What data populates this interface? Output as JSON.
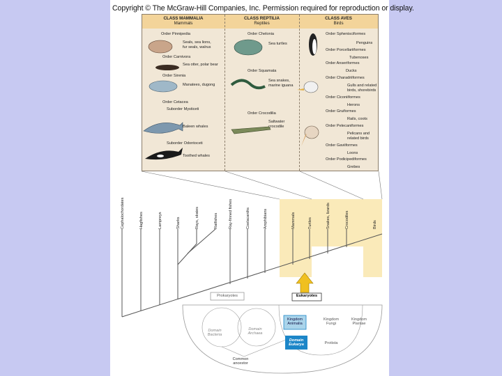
{
  "copyright": "Copyright © The McGraw-Hill Companies, Inc. Permission required for reproduction or display.",
  "table": {
    "mammalia": {
      "title": "CLASS MAMMALIA",
      "subtitle": "Mammals",
      "rows": [
        {
          "t": "Order Pinnipedia"
        },
        {
          "t": "Seals, sea lions,"
        },
        {
          "t": "fur seals, walrus"
        },
        {
          "t": "Order Carnivora"
        },
        {
          "t": "Sea otter, polar bear"
        },
        {
          "t": "Order Sirenia"
        },
        {
          "t": "Manatees, dugong"
        },
        {
          "t": "Order Cetacea"
        },
        {
          "t": "Suborder Mysticeti"
        },
        {
          "t": "Baleen whales"
        },
        {
          "t": "Suborder Odontoceti"
        },
        {
          "t": "Toothed whales"
        }
      ]
    },
    "reptilia": {
      "title": "CLASS REPTILIA",
      "subtitle": "Reptiles",
      "rows": [
        {
          "t": "Order Chelonia"
        },
        {
          "t": "Sea turtles"
        },
        {
          "t": "Order Squamata"
        },
        {
          "t": "Sea snakes,"
        },
        {
          "t": "marine iguana"
        },
        {
          "t": "Order Crocodilia"
        },
        {
          "t": "Saltwater"
        },
        {
          "t": "crocodile"
        }
      ]
    },
    "aves": {
      "title": "CLASS AVES",
      "subtitle": "Birds",
      "rows": [
        {
          "t": "Order Sphenisciformes"
        },
        {
          "t": "Penguins"
        },
        {
          "t": "Order Porcellariiformes"
        },
        {
          "t": "Tubenoses"
        },
        {
          "t": "Order Anseriformes"
        },
        {
          "t": "Ducks"
        },
        {
          "t": "Order Charadriiformes"
        },
        {
          "t": "Gulls and related"
        },
        {
          "t": "birds, shorebirds"
        },
        {
          "t": "Order Ciconiiformes"
        },
        {
          "t": "Herons"
        },
        {
          "t": "Order Gruiformes"
        },
        {
          "t": "Rails, coots"
        },
        {
          "t": "Order Pelecaniformes"
        },
        {
          "t": "Pelicans and"
        },
        {
          "t": "related birds"
        },
        {
          "t": "Order Gaviiformes"
        },
        {
          "t": "Loons"
        },
        {
          "t": "Order Podicipediformes"
        },
        {
          "t": "Grebes"
        }
      ]
    }
  },
  "taxa": [
    "Cephalochordates",
    "Hagfishes",
    "Lampreys",
    "Sharks",
    "Rays, skates",
    "Ratfishes",
    "Ray-finned fishes",
    "Coelacanths",
    "Amphibians",
    "Mammals",
    "Turtles",
    "Snakes, lizards",
    "Crocodiles",
    "Birds"
  ],
  "tree_of_life": {
    "prokaryotes": "Prokaryotes",
    "eukaryotes": "Eukaryotes",
    "bacteria": "Domain Bacteria",
    "archaea": "Domain Archaea",
    "animalia": "Kingdom Animalia",
    "fungi": "Kingdom Fungi",
    "plantae": "Kingdom Plantae",
    "protista": "Protista",
    "eukarya": "Domain Eukarya",
    "ancestor": "Common ancestor"
  },
  "colors": {
    "background": "#c7c9f2",
    "highlight": "#faeab9",
    "header": "#f3d49a",
    "eukarya": "#1c86c8",
    "arrow": "#f0c020"
  }
}
